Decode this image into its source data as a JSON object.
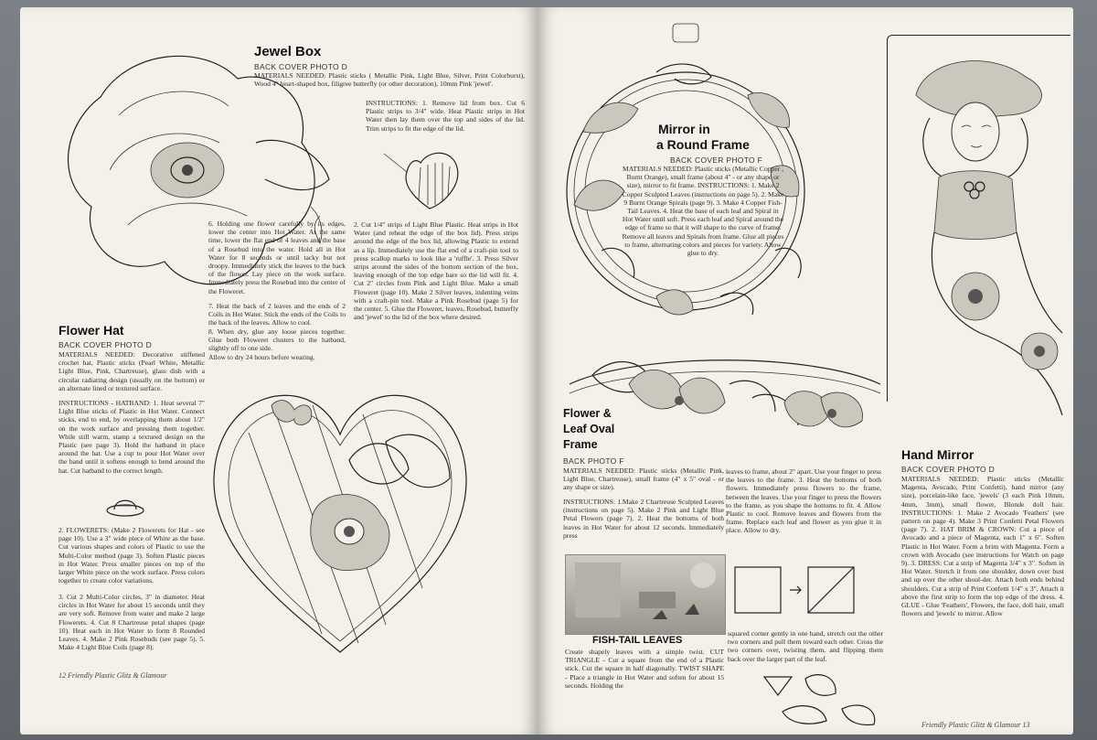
{
  "left_page": {
    "jewel_box": {
      "title": "Jewel Box",
      "photo_ref": "BACK COVER PHOTO D",
      "materials": "MATERIALS NEEDED: Plastic sticks ( Metallic Pink, Light Blue, Silver, Print Colorburst), Wood 4\" heart-shaped box, filigree butterfly (or other decoration), 10mm Pink 'jewel'.",
      "instructions_1": "INSTRUCTIONS: 1. Remove lid from box. Cut 6 Plastic strips to 3/4\" wide. Heat Plastic strips in Hot Water then lay them over the top and sides of the lid. Trim strips to fit the edge of the lid.",
      "step_6": "6. Holding one flower carefully by its edges, lower the center into Hot Water. At the same time, lower the flat end of 4 leaves and the base of a Rosebud into the water. Hold all in Hot Water for 8 seconds or until tacky but not droopy. Immediately stick the leaves to the back of the flower. Lay piece on the work surface. Immediately press the Rosebud into the center of the Floweret.",
      "step_7": "7. Heat the back of 2 leaves and the ends of 2 Coils in Hot Water. Stick the ends of the Coils to the back of the leaves. Allow to cool.",
      "step_8": "8. When dry, glue any loose pieces together. Glue both Floweret clusters to the hatband, slightly off to one side.",
      "dry_note": "Allow to dry 24 hours before wearing.",
      "col2_steps": "2. Cut 1/4\" strips of Light Blue Plastic. Heat strips in Hot Water (and reheat the edge of the box lid). Press strips around the edge of the box lid, allowing Plastic to extend as a lip. Immediately use the flat end of a craft-pin tool to press scallop marks to look like a 'ruffle'. 3. Press Silver strips around the sides of the bottom section of the box, leaving enough of the top edge bare so the lid will fit. 4. Cut 2\" circles from Pink and Light Blue. Make a small Floweret (page 10). Make 2 Silver leaves, indenting veins with a craft-pin tool. Make a Pink Rosebud (page 5) for the center. 5. Glue the Floweret, leaves, Rosebud, butterfly and 'jewel' to the lid of the box where desired."
    },
    "flower_hat": {
      "title": "Flower Hat",
      "photo_ref": "BACK COVER PHOTO D",
      "materials": "MATERIALS NEEDED: Decorative stiffened crochet hat, Plastic sticks (Pearl White, Metallic Light Blue, Pink, Chartreuse), glass dish with a circular radiating design (usually on the bottom) or an alternate lined or textured surface.",
      "instructions": "INSTRUCTIONS - HATBAND: 1. Heat several 7\" Light Blue sticks of Plastic in Hot Water. Connect sticks, end to end, by overlapping them about 1/2\" on the work surface and pressing them together. While still warm, stamp a textured design on the Plastic (see page 3). Hold the hatband in place around the hat. Use a cup to pour Hot Water over the band until it softens enough to bend around the hat. Cut hatband to the correct length.",
      "flowerets": "2. FLOWERETS: (Make 2 Flowerets for Hat - see page 10). Use a 3\" wide piece of White as the base. Cut various shapes and colors of Plastic to use the Multi-Color method (page 3). Soften Plastic pieces in Hot Water. Press smaller pieces on top of the larger White piece on the work surface. Press colors together to create color variations.",
      "steps_3_5": "3. Cut 2 Multi-Color circles, 3\" in diameter. Heat circles in Hot Water for about 15 seconds until they are very soft. Remove from water and make 2 large Flowerets. 4. Cut 8 Chartreuse petal shapes (page 10). Heat each in Hot Water to form 8 Rounded Leaves. 4. Make 2 Pink Rosebuds (see page 5). 5. Make 4 Light Blue Coils (page 8)."
    },
    "footer": "12  Friendly Plastic Glitz & Glamour"
  },
  "right_page": {
    "mirror_round": {
      "title_line1": "Mirror  in",
      "title_line2": "a Round Frame",
      "photo_ref": "BACK COVER PHOTO F",
      "text": "MATERIALS NEEDED: Plastic sticks (Metallic Copper , Burnt Orange), small frame (about 4\" - or any shape or size), mirror to fit frame. INSTRUCTIONS: 1. Make 2 Copper Sculpted Leaves (instructions on page 5). 2. Make 9 Burnt Orange Spirals (page 9). 3. Make 4 Copper Fish-Tail Leaves. 4. Heat the base of each leaf and Spiral in Hot Water until soft. Press each leaf and Spiral around the edge of frame so that it will shape to the curve of frame. Remove all leaves and Spirals from frame. Glue all pieces to frame, alternating colors and pieces for variety.  Allow glue to dry."
    },
    "leaf_oval": {
      "title_line1": "Flower &",
      "title_line2": "Leaf Oval",
      "title_line3": "Frame",
      "photo_ref": "BACK PHOTO F",
      "materials": "MATERIALS NEEDED: Plastic sticks (Metallic Pink, Light Blue, Chartreuse), small frame (4\" x 5\" oval - or any shape or size).",
      "instructions": "INSTRUCTIONS: 1.Make 2 Chartreuse Sculpted Leaves (instructions on page 5). Make 2 Pink and Light Blue Petal Flowers (page 7). 2. Heat the bottoms of both leaves in Hot Water for about 12 seconds. Immediately press",
      "col2": "leaves to frame, about 2\" apart. Use your finger to press the leaves to the frame. 3. Heat the bottoms of both flowers. Immediately press flowers to the frame, between the leaves. Use your finger to press the flowers to the frame, as you shape the bottoms to fit. 4. Allow Plastic to cool. Remove leaves and flowers from the frame. Replace each leaf and flower as you glue it in place. Allow to dry."
    },
    "fish_tail": {
      "title": "FISH-TAIL LEAVES",
      "text": "Create shapely leaves with a simple twist. CUT TRIANGLE - Cut a square from the end of a Plastic stick. Cut the square in half diagonally. TWIST SHAPE - Place a triangle in Hot Water and soften for about 15 seconds. Holding the",
      "text_cont": "squared corner gently in one hand, stretch out the other two corners and pull them toward each other. Cross the two corners over, twisting them, and flipping them back over the larger part of the leaf."
    },
    "hand_mirror": {
      "title": "Hand Mirror",
      "photo_ref": "BACK COVER PHOTO D",
      "text": "MATERIALS NEEDED: Plastic sticks (Metallic Magenta, Avocado, Print Confetti), hand mirror (any size), porcelain-like face, 'jewels' (3 each Pink 10mm, 4mm, 3mm), small flower, Blonde doll hair. INSTRUCTIONS: 1. Make 2 Avocado 'Feathers' (see pattern on page 4). Make 3 Print Confetti Petal Flowers (page 7). 2. HAT BRIM & CROWN: Cut a piece of Avocado and a piece of Magenta, each 1\" x 6\". Soften Plastic in Hot Water. Form a brim with Magenta. Form a crown with Avocado (see instructions for Watch on page 9). 3. DRESS: Cut a strip of Magenta 3/4\" x 3\". Soften in Hot Water. Stretch it from one shoulder, down over bust and up over the other shoul-der. Attach both ends behind shoulders. Cut a strip of Print Confetti 1/4\" x 3\". Attach it above the first strip to form the top edge of the dress. 4. GLUE - Glue 'Feathers', Flowers, the face, doll hair, small flowers and 'jewels' to mirror. Allow"
    },
    "footer": "Friendly Plastic Glitz & Glamour  13"
  }
}
